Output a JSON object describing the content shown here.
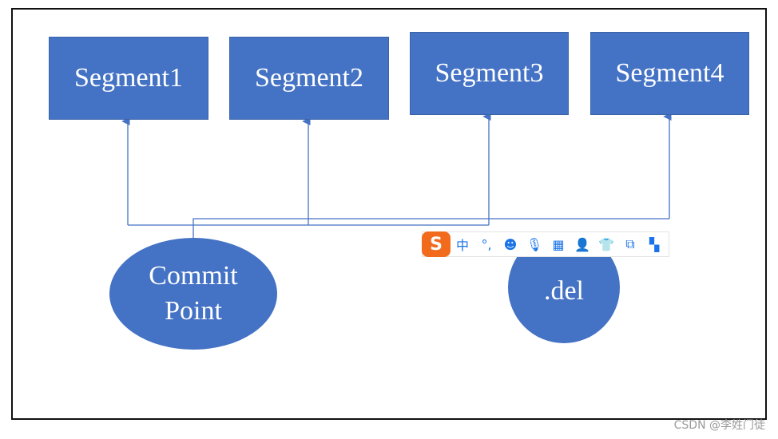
{
  "diagram": {
    "segments": [
      {
        "label": "Segment1"
      },
      {
        "label": "Segment2"
      },
      {
        "label": "Segment3"
      },
      {
        "label": "Segment4"
      }
    ],
    "commit_point": {
      "line1": "Commit",
      "line2": "Point"
    },
    "del_file": {
      "label": ".del"
    },
    "colors": {
      "shape_fill": "#4472c4",
      "connector": "#4472c4",
      "frame": "#111111"
    }
  },
  "ime_toolbar": {
    "logo": "S",
    "items": [
      {
        "icon": "chinese-mode-icon",
        "glyph": "中"
      },
      {
        "icon": "punctuation-icon",
        "glyph": "°,"
      },
      {
        "icon": "emoji-icon",
        "glyph": "☻"
      },
      {
        "icon": "microphone-icon",
        "glyph": "🎙"
      },
      {
        "icon": "keyboard-icon",
        "glyph": "▦"
      },
      {
        "icon": "user-icon",
        "glyph": "👤"
      },
      {
        "icon": "skin-shirt-icon",
        "glyph": "👕"
      },
      {
        "icon": "toolbox-icon",
        "glyph": "⧉"
      },
      {
        "icon": "grid-menu-icon",
        "glyph": "▚"
      }
    ]
  },
  "watermark": "CSDN @李姓门徒"
}
